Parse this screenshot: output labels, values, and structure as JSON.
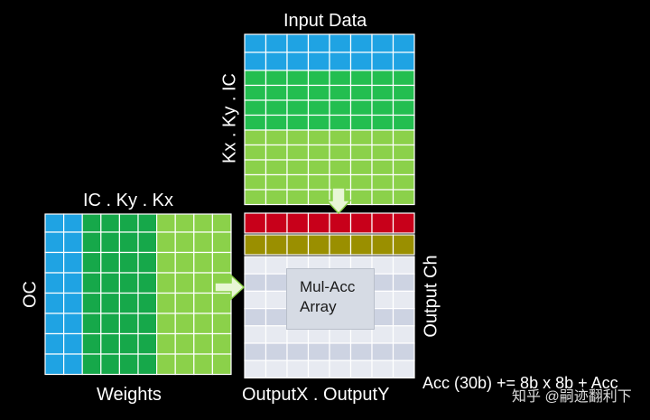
{
  "labels": {
    "input_title": "Input Data",
    "input_side": "Kx . Ky . IC",
    "weights_top": "IC . Ky . Kx",
    "weights_side": "OC",
    "weights_bottom": "Weights",
    "output_bottom": "OutputX . OutputY",
    "output_side": "Output Ch",
    "mulacc": "Mul-Acc\nArray",
    "acc_formula": "Acc (30b) += 8b x 8b + Acc",
    "watermark": "知乎 @嗣迹翻利下"
  },
  "colors": {
    "background": "#000000",
    "blue": "#1fa3e3",
    "green_dark": "#16a84a",
    "green_mid": "#23be50",
    "green_light": "#8bd14a",
    "red": "#c8001a",
    "olive": "#9a8f00",
    "array_light": "#e7eaf1",
    "array_dark": "#cdd3e2",
    "arrow": "#e8f6d5",
    "arrow_stroke": "#8bd14a",
    "grid_line": "#ffffff"
  }
}
